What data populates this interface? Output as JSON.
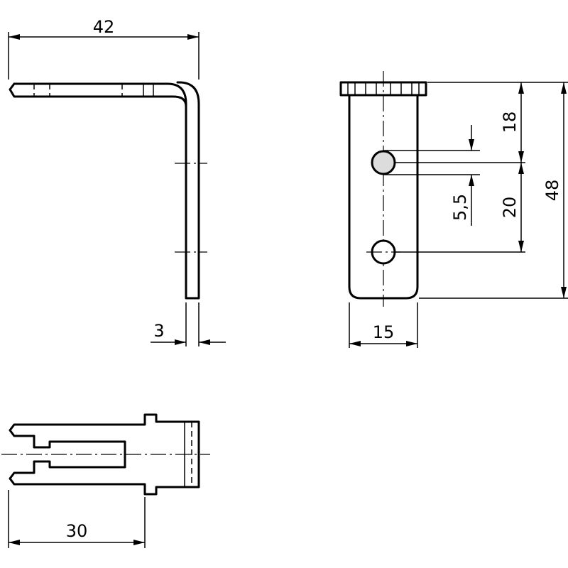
{
  "dimensions": {
    "width_top": "42",
    "thickness": "3",
    "slot_to_hole": "18",
    "hole_spacing": "20",
    "hole_diameter": "5,5",
    "total_height": "48",
    "width_front": "15",
    "slot_length": "30"
  }
}
